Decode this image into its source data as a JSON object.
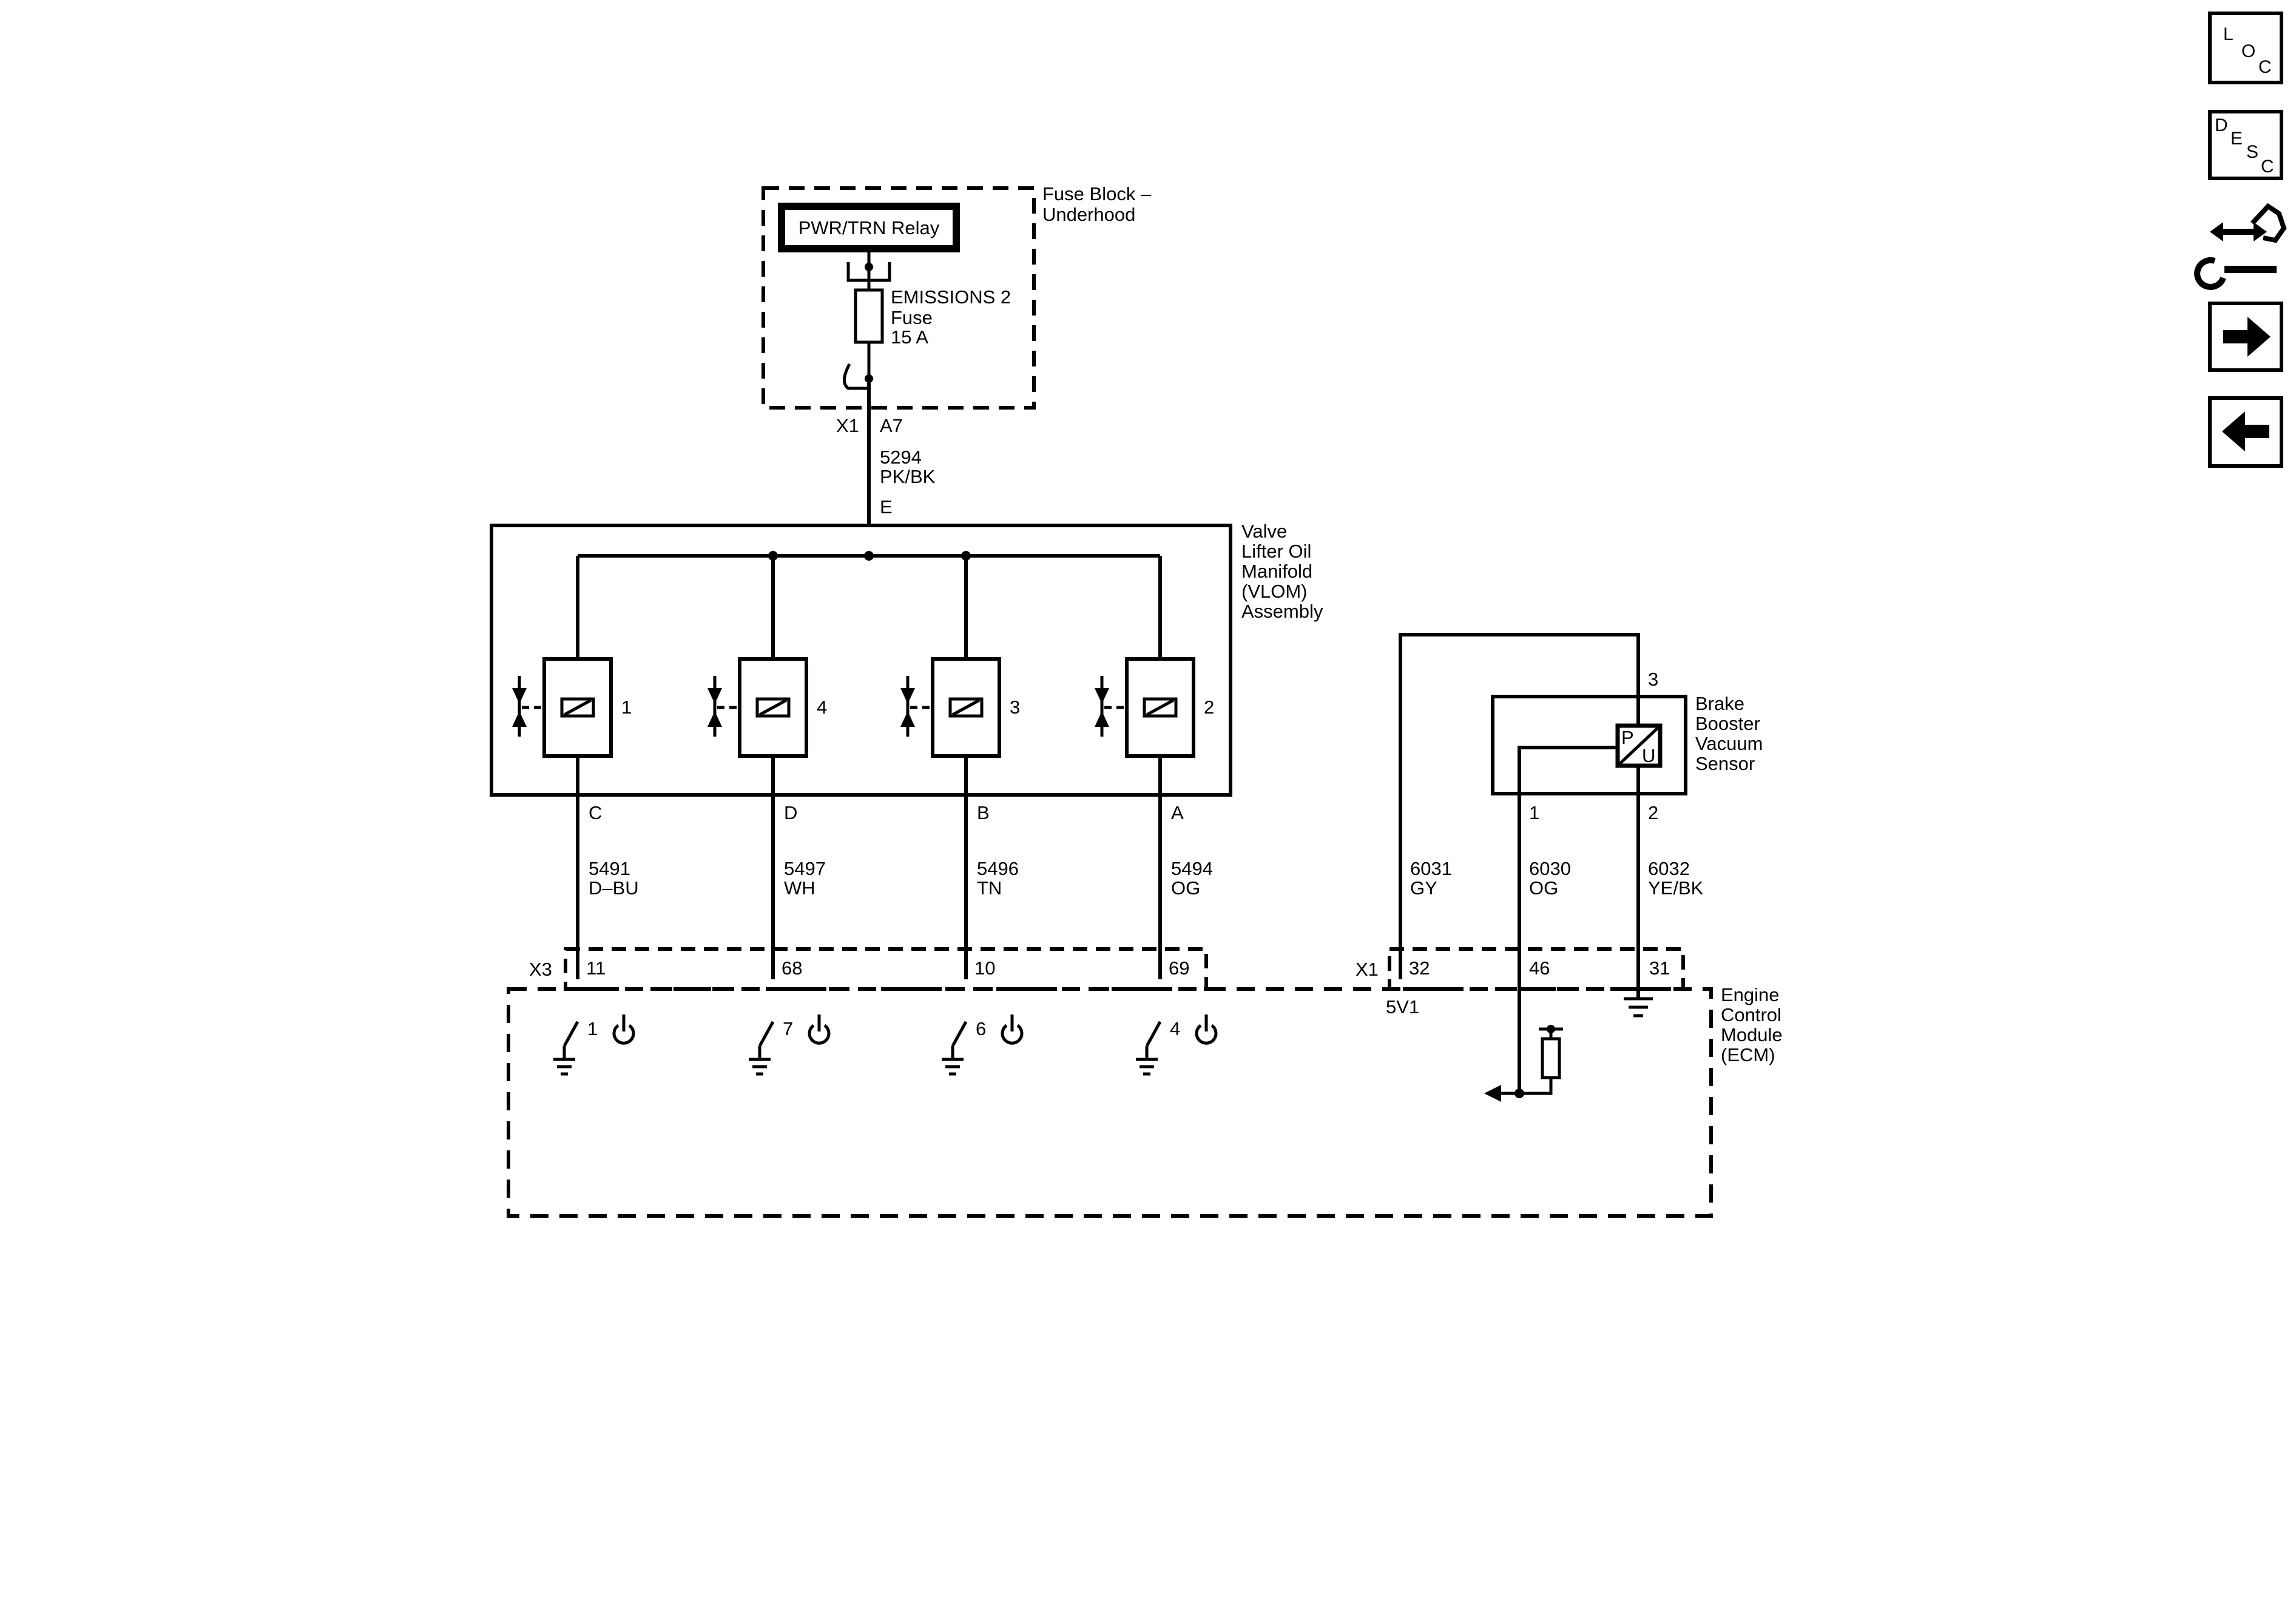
{
  "fuse_block": {
    "name_line1": "Fuse Block –",
    "name_line2": "Underhood",
    "relay_label": "PWR/TRN Relay",
    "fuse_line1": "EMISSIONS 2",
    "fuse_line2": "Fuse",
    "fuse_line3": "15 A",
    "connector": "X1",
    "pin": "A7"
  },
  "feed_wire": {
    "circuit": "5294",
    "color": "PK/BK",
    "pin": "E"
  },
  "vlom": {
    "name_lines": [
      "Valve",
      "Lifter Oil",
      "Manifold",
      "(VLOM)",
      "Assembly"
    ],
    "solenoids": [
      {
        "number": "1",
        "pin": "C",
        "circuit": "5491",
        "color": "D–BU",
        "ecm_pin": "11",
        "driver": "1"
      },
      {
        "number": "4",
        "pin": "D",
        "circuit": "5497",
        "color": "WH",
        "ecm_pin": "68",
        "driver": "7"
      },
      {
        "number": "3",
        "pin": "B",
        "circuit": "5496",
        "color": "TN",
        "ecm_pin": "10",
        "driver": "6"
      },
      {
        "number": "2",
        "pin": "A",
        "circuit": "5494",
        "color": "OG",
        "ecm_pin": "69",
        "driver": "4"
      }
    ]
  },
  "brake_sensor": {
    "name_lines": [
      "Brake",
      "Booster",
      "Vacuum",
      "Sensor"
    ],
    "symbol_p": "P",
    "symbol_u": "U",
    "pin_top": "3",
    "pin_left": "1",
    "pin_right": "2",
    "wires": [
      {
        "circuit": "6031",
        "color": "GY",
        "ecm_pin": "32"
      },
      {
        "circuit": "6030",
        "color": "OG",
        "ecm_pin": "46"
      },
      {
        "circuit": "6032",
        "color": "YE/BK",
        "ecm_pin": "31"
      }
    ]
  },
  "ecm": {
    "name_lines": [
      "Engine",
      "Control",
      "Module",
      "(ECM)"
    ],
    "connector_x3": "X3",
    "connector_x1": "X1",
    "ref_label": "5V1"
  },
  "nav": {
    "loc": [
      "L",
      "O",
      "C"
    ],
    "desc": [
      "D",
      "E",
      "S",
      "C"
    ],
    "icons": [
      "connector-tool-icon",
      "arrow-right-icon",
      "arrow-left-icon"
    ]
  }
}
